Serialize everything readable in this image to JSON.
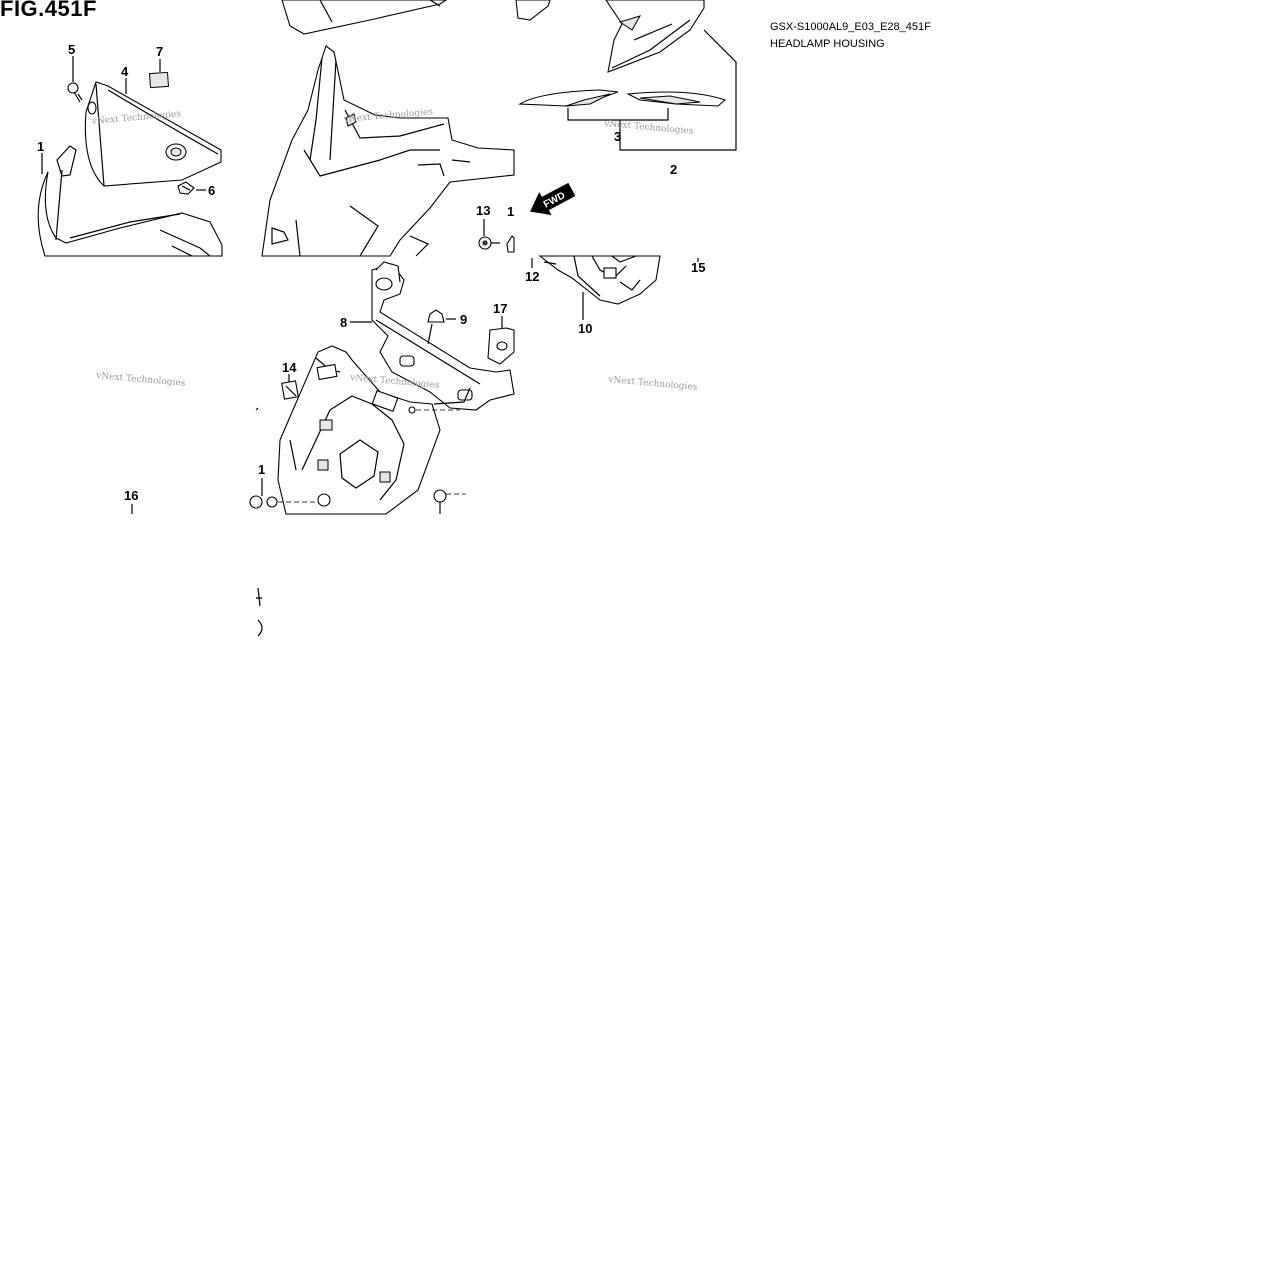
{
  "figure": {
    "title": "FIG.451F",
    "code": "GSX-S1000AL9_E03_E28_451F",
    "name": "HEADLAMP HOUSING"
  },
  "callouts": [
    {
      "id": "c5",
      "text": "5"
    },
    {
      "id": "c7",
      "text": "7"
    },
    {
      "id": "c4",
      "text": "4"
    },
    {
      "id": "c1a",
      "text": "1"
    },
    {
      "id": "c6",
      "text": "6"
    },
    {
      "id": "c3",
      "text": "3"
    },
    {
      "id": "c2",
      "text": "2"
    },
    {
      "id": "c13",
      "text": "13"
    },
    {
      "id": "c1b",
      "text": "1"
    },
    {
      "id": "c12",
      "text": "12"
    },
    {
      "id": "c15",
      "text": "15"
    },
    {
      "id": "c10",
      "text": "10"
    },
    {
      "id": "c8",
      "text": "8"
    },
    {
      "id": "c9",
      "text": "9"
    },
    {
      "id": "c17",
      "text": "17"
    },
    {
      "id": "c14",
      "text": "14"
    },
    {
      "id": "c1c",
      "text": "1"
    },
    {
      "id": "c16",
      "text": "16"
    }
  ],
  "direction_marker": "FWD",
  "watermarks": [
    "vNext Technologies",
    "vNext Technologies",
    "vNext Technologies",
    "vNext Technologies",
    "vNext Technologies",
    "vNext Technologies"
  ],
  "colors": {
    "line": "#000000",
    "background": "#ffffff",
    "watermark": "#9a9a9a"
  }
}
